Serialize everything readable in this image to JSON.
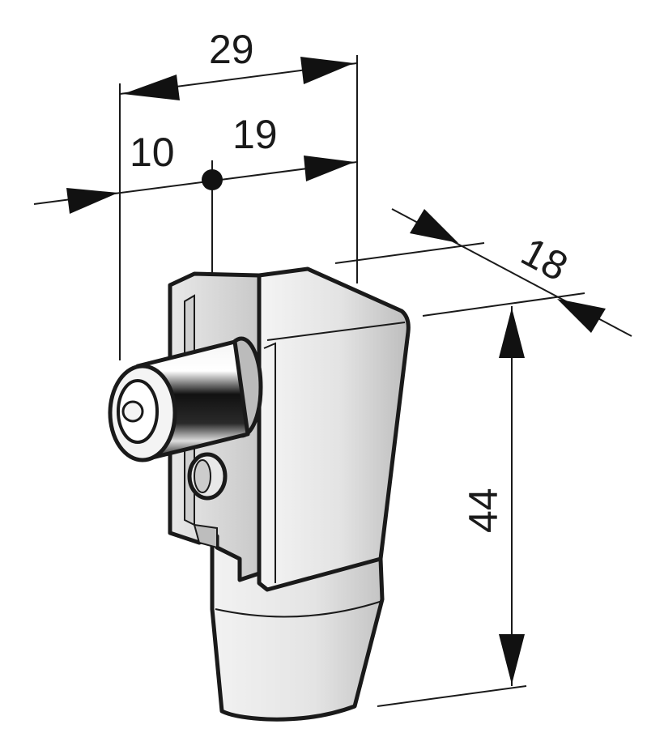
{
  "dimensions": {
    "overall_width": "29",
    "offset_left": "10",
    "offset_right": "19",
    "depth": "18",
    "height": "44"
  },
  "colors": {
    "ink": "#1a1a1a",
    "body_fill": "#e6e6e6",
    "housing_fill": "#d9d9d9",
    "pin_dark": "#111111",
    "pin_light": "#f2f2f2"
  }
}
